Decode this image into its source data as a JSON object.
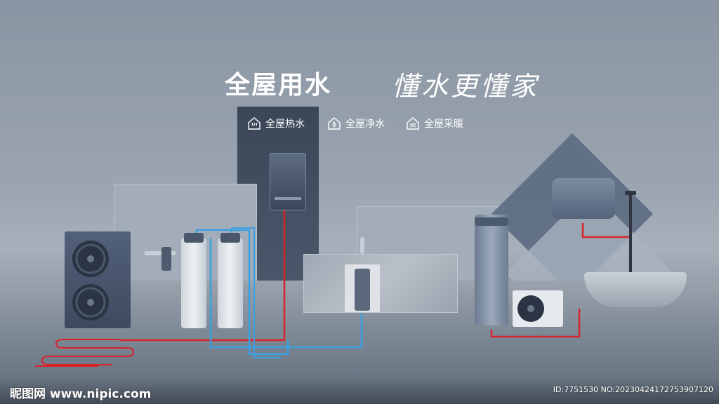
{
  "headline": {
    "left": "全屋用水",
    "right": "懂水更懂家"
  },
  "features": [
    {
      "label": "全屋热水",
      "icon": "house-hot-water-icon"
    },
    {
      "label": "全屋净水",
      "icon": "house-water-drop-icon"
    },
    {
      "label": "全屋采暖",
      "icon": "house-heating-icon"
    }
  ],
  "watermark": {
    "site": "昵图网 www.nipic.com",
    "id": "ID:7751530 NO:20230424172753907120"
  },
  "colors": {
    "hot_pipe": "#d9232b",
    "cold_pipe": "#3aa0e0",
    "appliance": "#5a6b80",
    "background": "#8f9aa8"
  }
}
